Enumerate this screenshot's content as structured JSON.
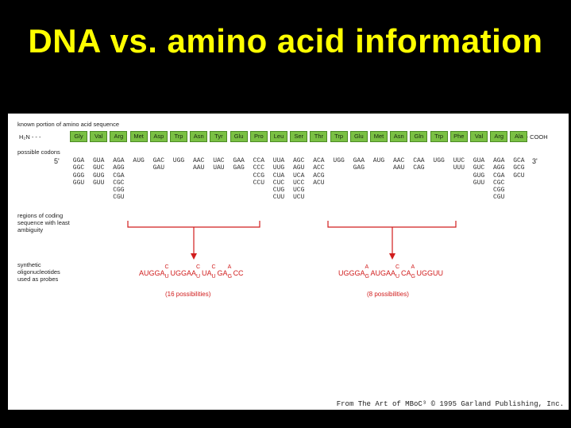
{
  "title": "DNA vs. amino acid information",
  "labels": {
    "known_portion": "known portion of amino acid sequence",
    "h2n": "H₂N - - -",
    "cooh": "- - COOH",
    "possible_codons": "possible codons",
    "five_prime": "5'",
    "three_prime": "3'",
    "regions": "regions of coding sequence with least ambiguity",
    "synthetic": "synthetic oligonucleotides used as probes"
  },
  "amino_acids": [
    "Gly",
    "Val",
    "Arg",
    "Met",
    "Asp",
    "Trp",
    "Asn",
    "Tyr",
    "Glu",
    "Pro",
    "Leu",
    "Ser",
    "Thr",
    "Trp",
    "Glu",
    "Met",
    "Asn",
    "Gln",
    "Trp",
    "Phe",
    "Val",
    "Arg",
    "Ala"
  ],
  "codons": [
    [
      "GGA",
      "GGC",
      "GGG",
      "GGU"
    ],
    [
      "GUA",
      "GUC",
      "GUG",
      "GUU"
    ],
    [
      "AGA",
      "AGG",
      "CGA",
      "CGC",
      "CGG",
      "CGU"
    ],
    [
      "AUG"
    ],
    [
      "GAC",
      "GAU"
    ],
    [
      "UGG"
    ],
    [
      "AAC",
      "AAU"
    ],
    [
      "UAC",
      "UAU"
    ],
    [
      "GAA",
      "GAG"
    ],
    [
      "CCA",
      "CCC",
      "CCG",
      "CCU"
    ],
    [
      "UUA",
      "UUG",
      "CUA",
      "CUC",
      "CUG",
      "CUU"
    ],
    [
      "AGC",
      "AGU",
      "UCA",
      "UCC",
      "UCG",
      "UCU"
    ],
    [
      "ACA",
      "ACC",
      "ACG",
      "ACU"
    ],
    [
      "UGG"
    ],
    [
      "GAA",
      "GAG"
    ],
    [
      "AUG"
    ],
    [
      "AAC",
      "AAU"
    ],
    [
      "CAA",
      "CAG"
    ],
    [
      "UGG"
    ],
    [
      "UUC",
      "UUU"
    ],
    [
      "GUA",
      "GUC",
      "GUG",
      "GUU"
    ],
    [
      "AGA",
      "AGG",
      "CGA",
      "CGC",
      "CGG",
      "CGU"
    ],
    [
      "GCA",
      "GCG",
      "GCU"
    ]
  ],
  "probe1": {
    "segments": [
      "AUGGA",
      "UGGAA",
      "UA",
      "GA",
      "CC"
    ],
    "wobble": [
      [
        "C",
        "U"
      ],
      [
        "C",
        "U"
      ],
      [
        "C",
        "U"
      ],
      [
        "A",
        "G"
      ]
    ],
    "possibilities": "(16 possibilities)"
  },
  "probe2": {
    "segments": [
      "UGGGA",
      "AUGAA",
      "CA",
      "UGGUU"
    ],
    "wobble": [
      [
        "A",
        "G"
      ],
      [
        "C",
        "U"
      ],
      [
        "A",
        "G"
      ]
    ],
    "possibilities": "(8 possibilities)"
  },
  "credit": "From The Art of MBoC³ © 1995 Garland Publishing, Inc.",
  "colors": {
    "title": "#ffff00",
    "aa_box": "#7ac043",
    "probe": "#d11d1d"
  }
}
